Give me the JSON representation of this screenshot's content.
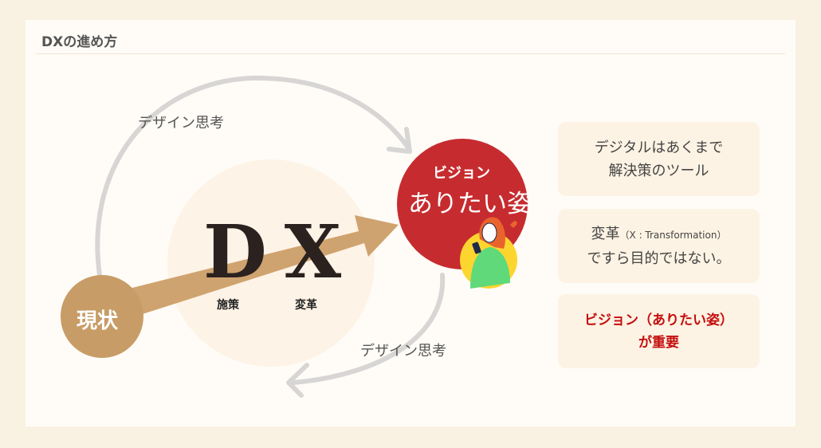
{
  "title": "DXの進め方",
  "labels": {
    "design_top": "デザイン思考",
    "design_bottom": "デザイン思考",
    "current": "現状",
    "dx_letters": "DX",
    "measures": "施策",
    "reform": "変革",
    "vision_small": "ビジョン",
    "vision_big": "ありたい姿"
  },
  "boxes": [
    {
      "line1": "デジタルはあくまで",
      "line2": "解決策のツール"
    },
    {
      "line1": "変革",
      "line1_note": "（X : Transformation）",
      "line2": "ですら目的ではない。"
    },
    {
      "line1": "ビジョン（ありたい姿）",
      "line2": "が重要"
    }
  ],
  "colors": {
    "accent": "#c62c2f",
    "tan": "#c89c66",
    "bg": "#f9f1e1"
  }
}
